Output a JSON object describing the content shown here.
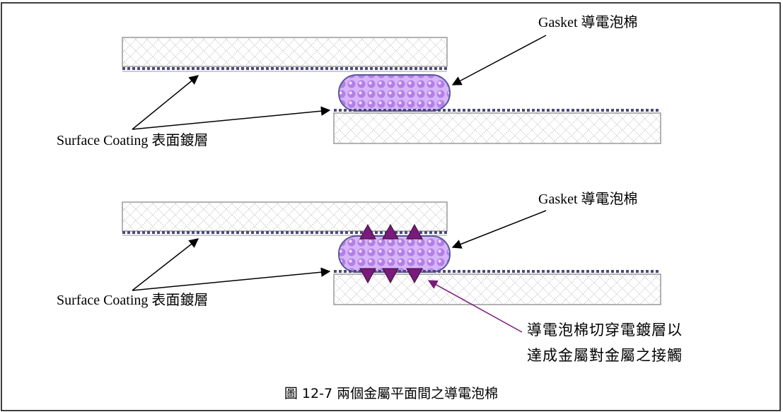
{
  "panels": [
    {
      "gasket_label": "Gasket 導電泡棉",
      "coating_label": "Surface Coating 表面鍍層",
      "penetration": false
    },
    {
      "gasket_label": "Gasket 導電泡棉",
      "coating_label": "Surface Coating 表面鍍層",
      "penetration": true
    }
  ],
  "annotation": {
    "lines": [
      "導電泡棉切穿電鍍層以",
      "達成金屬對金屬之接觸"
    ]
  },
  "caption": "圖 12-7 兩個金屬平面間之導電泡棉",
  "colors": {
    "frame": "#000000",
    "plate_stroke": "#9a9a9a",
    "coating_dash": "#4a4a7a",
    "gasket_fill": "#c9a0f0",
    "gasket_stroke": "#5a5a9a",
    "teeth": "#7a1a7a",
    "annotation_arrow": "#7a1a7a"
  }
}
